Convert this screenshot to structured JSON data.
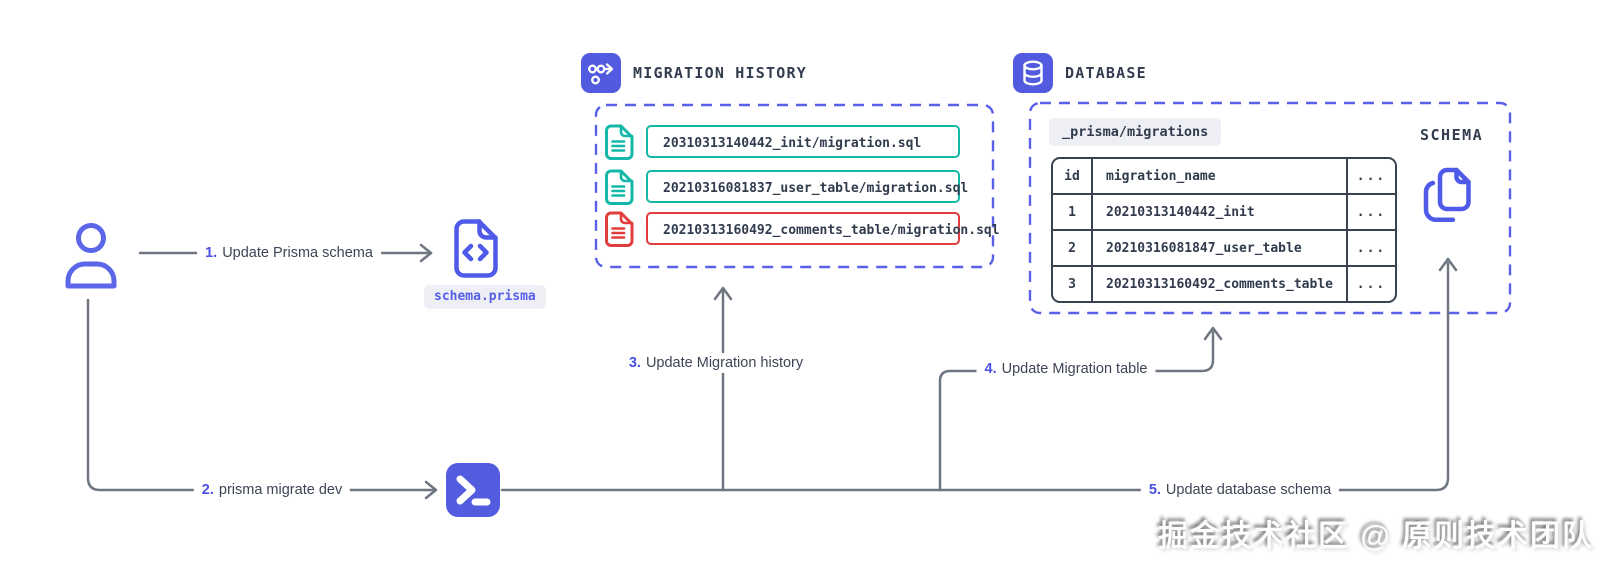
{
  "colors": {
    "accent_indigo": "#525bdf",
    "dashed_border": "#5a60e8",
    "wire_gray": "#6e7681",
    "teal": "#14b8a8",
    "red": "#e23d3d",
    "dark_text": "#313b4d"
  },
  "icons": {
    "person": "person-outline",
    "schema_file": "code-file",
    "terminal": "powershell-prompt",
    "migration_history": "git-graph",
    "database": "db-cylinder",
    "schema_files": "copy-documents"
  },
  "steps": [
    {
      "num": "1.",
      "label": "Update Prisma schema"
    },
    {
      "num": "2.",
      "label": "prisma migrate dev"
    },
    {
      "num": "3.",
      "label": "Update Migration history"
    },
    {
      "num": "4.",
      "label": "Update Migration table"
    },
    {
      "num": "5.",
      "label": "Update database schema"
    }
  ],
  "schema_file": {
    "label": "schema.prisma"
  },
  "migration_history": {
    "title": "MIGRATION HISTORY",
    "files": [
      {
        "name": "20310313140442_init/migration.sql",
        "status": "applied"
      },
      {
        "name": "20210316081837_user_table/migration.sql",
        "status": "applied"
      },
      {
        "name": "20210313160492_comments_table/migration.sql",
        "status": "failed"
      }
    ]
  },
  "database": {
    "title": "DATABASE",
    "table_name": "_prisma/migrations",
    "schema_label": "SCHEMA",
    "table": {
      "headers": {
        "id": "id",
        "name": "migration_name",
        "more": "..."
      },
      "rows": [
        {
          "id": "1",
          "name": "20210313140442_init",
          "more": "...",
          "status": "applied"
        },
        {
          "id": "2",
          "name": "20210316081847_user_table",
          "more": "...",
          "status": "applied"
        },
        {
          "id": "3",
          "name": "20210313160492_comments_table",
          "more": "...",
          "status": "failed"
        }
      ]
    }
  },
  "watermark": "掘金技术社区 @ 原则技术团队"
}
